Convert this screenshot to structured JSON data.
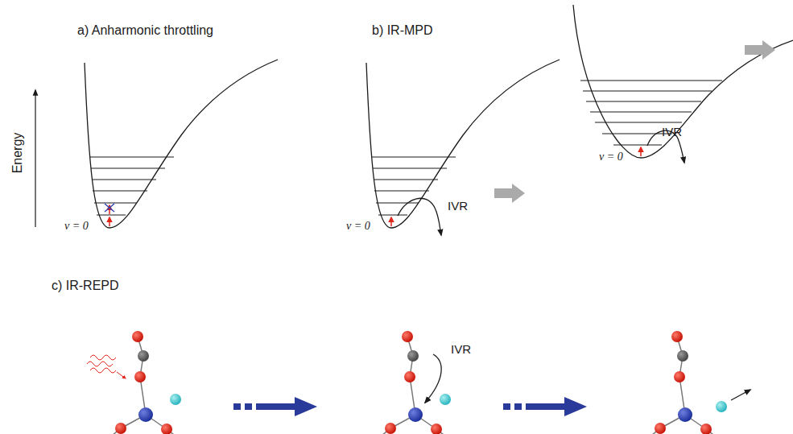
{
  "diagram": {
    "labels": [
      "a) Anharmonic throttling",
      "b) IR-MPD",
      "Energy",
      "v = 0",
      "v = 0",
      "v = 0",
      "IVR",
      "IVR",
      "IVR",
      "c) IR-REPD"
    ]
  }
}
